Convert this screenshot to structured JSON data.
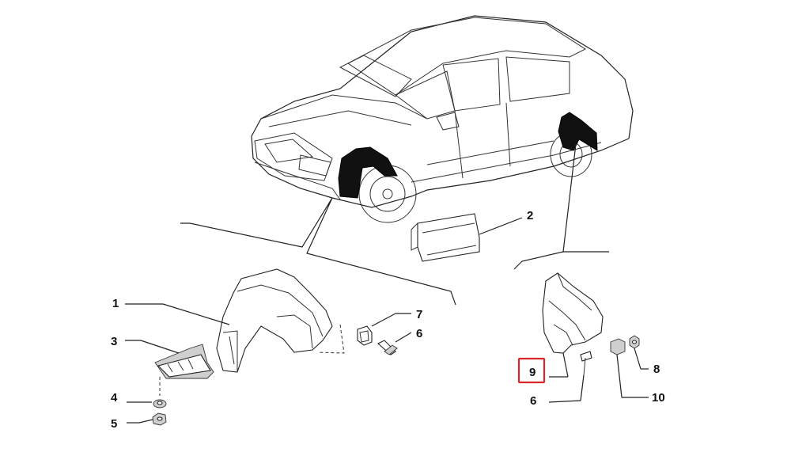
{
  "diagram": {
    "callouts": [
      {
        "id": "c1",
        "label": "1"
      },
      {
        "id": "c2",
        "label": "2"
      },
      {
        "id": "c3",
        "label": "3"
      },
      {
        "id": "c4",
        "label": "4"
      },
      {
        "id": "c5",
        "label": "5"
      },
      {
        "id": "c6a",
        "label": "6"
      },
      {
        "id": "c6b",
        "label": "6"
      },
      {
        "id": "c7",
        "label": "7"
      },
      {
        "id": "c8",
        "label": "8"
      },
      {
        "id": "c9",
        "label": "9"
      },
      {
        "id": "c10",
        "label": "10"
      }
    ],
    "highlighted_callout": "9",
    "highlight_color": "#d8262a"
  }
}
